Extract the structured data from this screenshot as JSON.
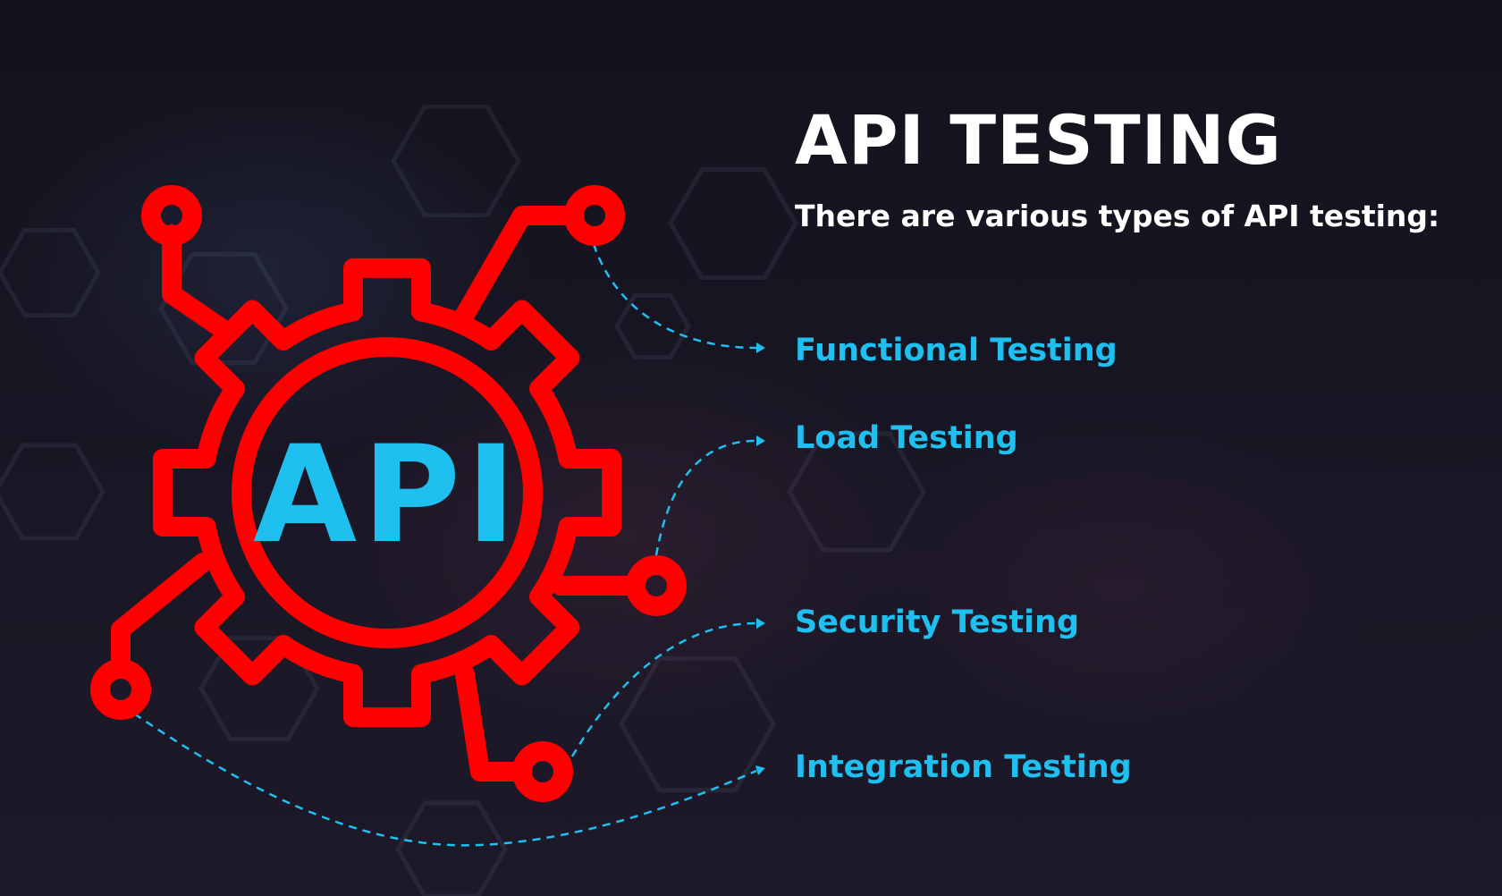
{
  "header": {
    "title": "API TESTING",
    "subtitle": "There are various types of API testing:"
  },
  "diagram": {
    "center_label": "API",
    "types": [
      {
        "label": "Functional Testing"
      },
      {
        "label": "Load Testing"
      },
      {
        "label": "Security Testing"
      },
      {
        "label": "Integration Testing"
      }
    ]
  },
  "colors": {
    "gear": "#ff0000",
    "accent": "#1fbfef",
    "background": "#15131f",
    "text": "#ffffff"
  }
}
